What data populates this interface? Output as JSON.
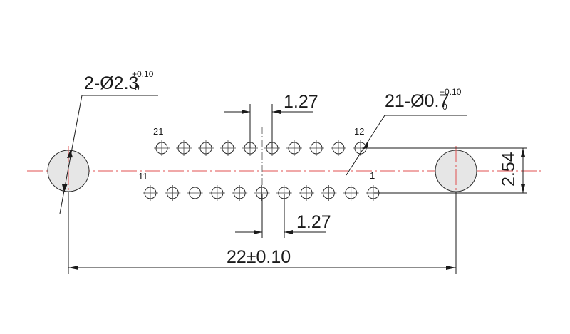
{
  "labels": {
    "mount_callout_main": "2-Ø2.3",
    "mount_callout_upper_tol": "+0.10",
    "mount_callout_lower_tol": "0",
    "pin_callout_main": "21-Ø0.7",
    "pin_callout_upper_tol": "+0.10",
    "pin_callout_lower_tol": "0",
    "pitch_top": "1.27",
    "pitch_bottom": "1.27",
    "row_spacing": "2.54",
    "overall_width": "22±0.10",
    "pin_21": "21",
    "pin_12": "12",
    "pin_11": "11",
    "pin_1": "1"
  },
  "pins": {
    "top_row_count": 10,
    "bottom_row_count": 11
  },
  "colors": {
    "centerline": "#e05050",
    "stroke": "#1a1a1a",
    "mount_fill": "#e6e6e6"
  }
}
